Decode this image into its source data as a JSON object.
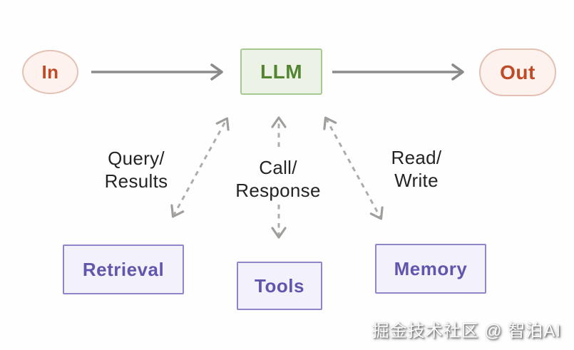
{
  "diagram": {
    "nodes": {
      "in": {
        "label": "In"
      },
      "llm": {
        "label": "LLM"
      },
      "out": {
        "label": "Out"
      },
      "retrieval": {
        "label": "Retrieval"
      },
      "tools": {
        "label": "Tools"
      },
      "memory": {
        "label": "Memory"
      }
    },
    "edges": [
      {
        "from": "In",
        "to": "LLM",
        "style": "solid-arrow"
      },
      {
        "from": "LLM",
        "to": "Out",
        "style": "solid-arrow"
      },
      {
        "from": "LLM",
        "to": "Retrieval",
        "style": "dashed-double-arrow",
        "label": "Query/Results"
      },
      {
        "from": "LLM",
        "to": "Tools",
        "style": "dashed-double-arrow",
        "label": "Call/Response"
      },
      {
        "from": "LLM",
        "to": "Memory",
        "style": "dashed-double-arrow",
        "label": "Read/Write"
      }
    ],
    "edge_labels": {
      "query_results": {
        "line1": "Query/",
        "line2": "Results"
      },
      "call_response": {
        "line1": "Call/",
        "line2": "Response"
      },
      "read_write": {
        "line1": "Read/",
        "line2": "Write"
      }
    },
    "colors": {
      "io_fill": "#fdf2ed",
      "io_border": "#e3c1b5",
      "io_text": "#bf4a25",
      "llm_fill": "#ecf3e6",
      "llm_border": "#a6c98f",
      "llm_text": "#538430",
      "module_fill": "#f3f2fa",
      "module_border": "#8d86c9",
      "module_text": "#6156ae",
      "solid_arrow": "#8b8b8b",
      "dashed_arrow": "#adacaa",
      "label_text": "#242424"
    }
  },
  "watermark": {
    "text": "掘金技术社区 @ 智泊AI"
  }
}
